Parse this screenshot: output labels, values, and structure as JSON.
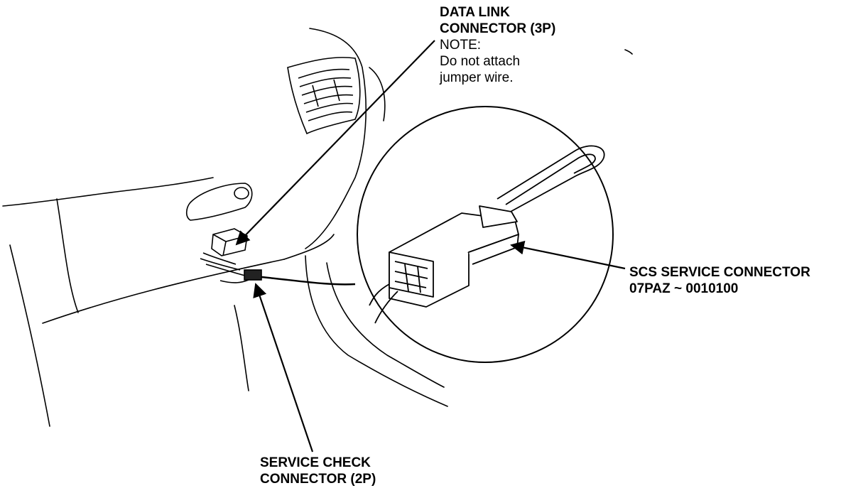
{
  "labels": {
    "data_link": {
      "title_line1": "DATA LINK",
      "title_line2": "CONNECTOR (3P)",
      "note_heading": "NOTE:",
      "note_line1": "Do not attach",
      "note_line2": "jumper wire."
    },
    "scs_service": {
      "line1": "SCS SERVICE CONNECTOR",
      "line2": "07PAZ ~ 0010100"
    },
    "service_check": {
      "line1": "SERVICE CHECK",
      "line2": "CONNECTOR (2P)"
    }
  }
}
